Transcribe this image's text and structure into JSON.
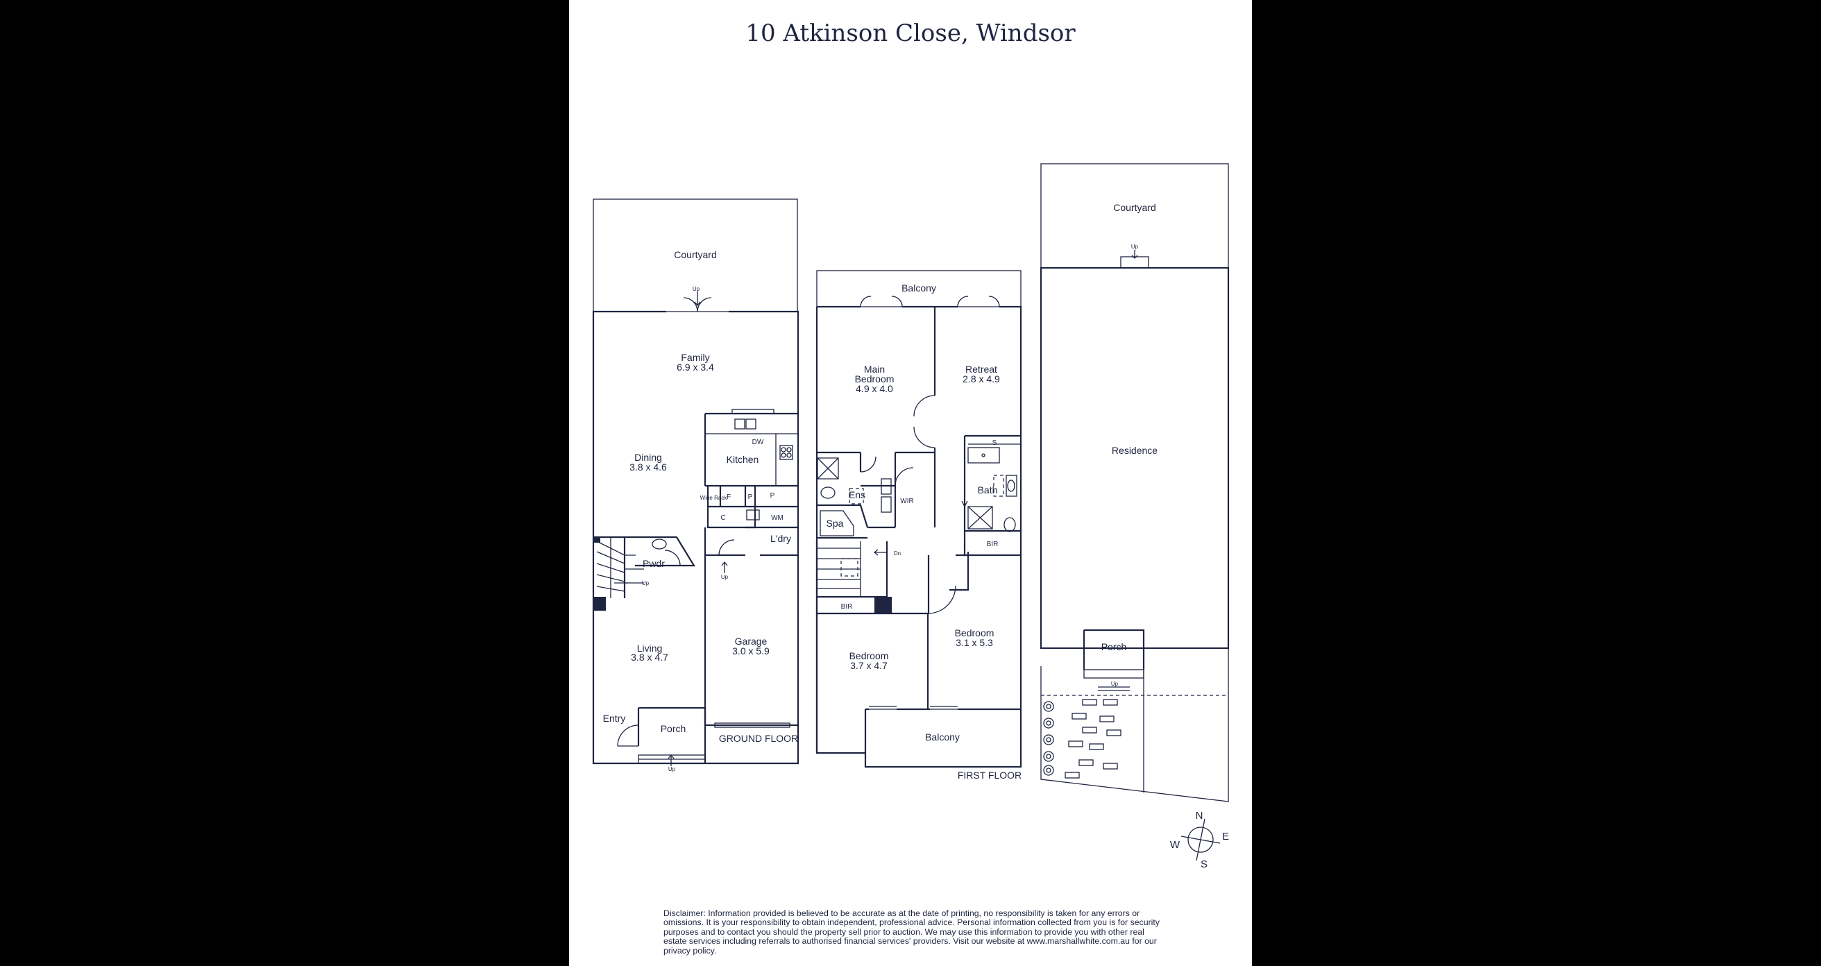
{
  "title": "10 Atkinson Close, Windsor",
  "rooms": {
    "courtyard_ground": "Courtyard",
    "family_name": "Family",
    "family_dim": "6.9 x 3.4",
    "dining_name": "Dining",
    "dining_dim": "3.8 x 4.6",
    "kitchen": "Kitchen",
    "dw": "DW",
    "wine_rack": "Wine Rack",
    "f": "F",
    "p1": "P",
    "p2": "P",
    "c": "C",
    "wm": "WM",
    "laundry": "L'dry",
    "pwdr": "Pwdr",
    "living_name": "Living",
    "living_dim": "3.8 x 4.7",
    "garage_name": "Garage",
    "garage_dim": "3.0 x 5.9",
    "entry": "Entry",
    "porch_ground": "Porch",
    "ground_floor": "GROUND FLOOR",
    "balcony_rear": "Balcony",
    "main_bed_line1": "Main",
    "main_bed_line2": "Bedroom",
    "main_bed_dim": "4.9 x 4.0",
    "retreat_name": "Retreat",
    "retreat_dim": "2.8 x 4.9",
    "ens": "Ens",
    "wir": "WIR",
    "spa": "Spa",
    "s": "S",
    "bath": "Bath",
    "bir_right": "BIR",
    "bir_left": "BIR",
    "dn": "Dn",
    "bedroom_left_name": "Bedroom",
    "bedroom_left_dim": "3.7 x 4.7",
    "bedroom_right_name": "Bedroom",
    "bedroom_right_dim": "3.1 x 5.3",
    "balcony_front": "Balcony",
    "first_floor": "FIRST FLOOR",
    "courtyard_site": "Courtyard",
    "residence": "Residence",
    "porch_site": "Porch"
  },
  "stair_labels": {
    "up_courtyard": "Up",
    "up_garage": "Up",
    "up_stair": "Up",
    "up_porch": "Up",
    "up_site_courtyard": "Up",
    "up_site_porch": "Up"
  },
  "compass": {
    "n": "N",
    "e": "E",
    "s": "S",
    "w": "W"
  },
  "disclaimer": "Disclaimer: Information provided is believed to be accurate as at the date of printing, no responsibility is taken for any errors or omissions. It is your responsibility to obtain independent, professional advice. Personal information collected from you is for security purposes and to contact you should the property sell prior to auction. We may use this information to provide you with other real estate services including referrals to authorised financial services' providers. Visit our website at www.marshallwhite.com.au for our privacy policy.",
  "colors": {
    "ink": "#1f2440",
    "background": "#ffffff",
    "frame": "#000000"
  }
}
